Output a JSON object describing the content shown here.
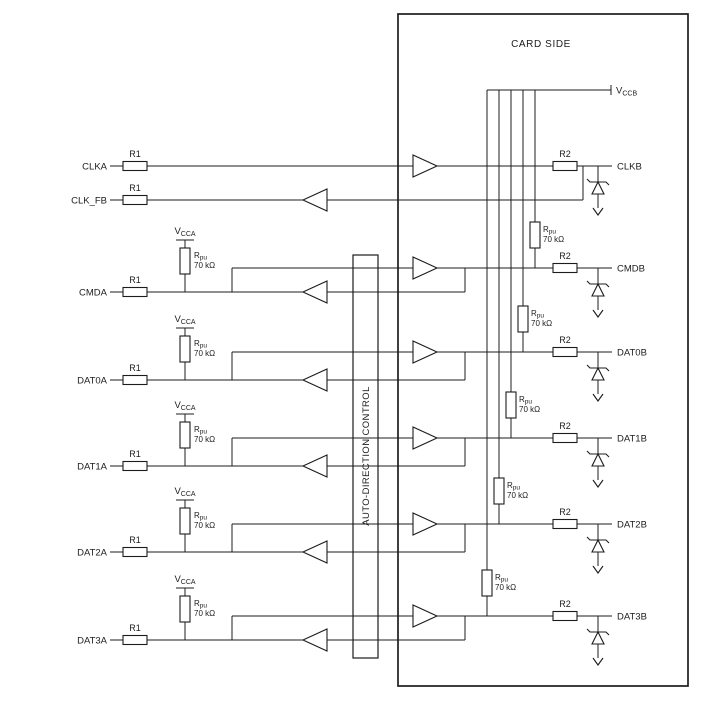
{
  "card_side_label": "CARD SIDE",
  "auto_direction_label": "AUTO-DIRECTION CONTROL",
  "supplies": {
    "vcc_base": "V",
    "vcca_sub": "CCA",
    "vccb_sub": "CCB"
  },
  "resistors": {
    "r1": "R1",
    "r2": "R2",
    "rpu_base": "R",
    "rpu_sub": "pu",
    "rpu_value": "70 kΩ"
  },
  "signals": {
    "left": [
      "CLKA",
      "CLK_FB",
      "CMDA",
      "DAT0A",
      "DAT1A",
      "DAT2A",
      "DAT3A"
    ],
    "right": [
      "CLKB",
      "CMDB",
      "DAT0B",
      "DAT1B",
      "DAT2B",
      "DAT3B"
    ]
  },
  "colors": {
    "ink": "#1c1c1c",
    "background": "#ffffff"
  }
}
